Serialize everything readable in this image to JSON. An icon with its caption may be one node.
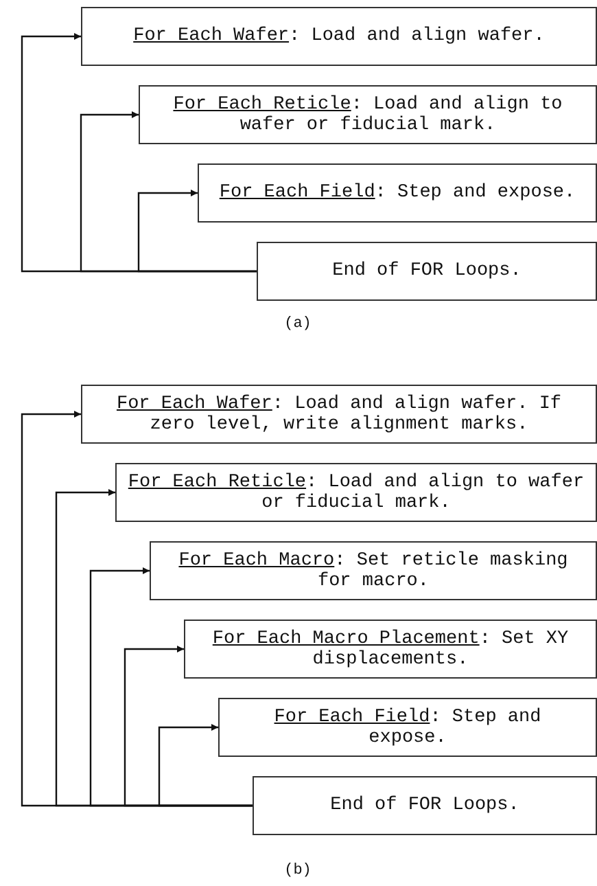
{
  "diagram": {
    "nodes": [
      {
        "text": [
          "For Each Wafer",
          ": Load and align wafer."
        ]
      },
      {
        "text": [
          "For Each Reticle",
          ": Load and align to wafer or fiducial mark."
        ]
      },
      {
        "text": [
          "For Each Field",
          ": Step and expose."
        ]
      },
      {
        "text": [
          "End of FOR Loops."
        ]
      },
      {
        "text": [
          "For Each Wafer",
          ": Load and align wafer. If zero level, write alignment marks."
        ]
      },
      {
        "text": [
          "For Each Reticle",
          ": Load and align to wafer or fiducial mark."
        ]
      },
      {
        "text": [
          "For Each Macro",
          ": Set reticle masking for macro."
        ]
      },
      {
        "text": [
          "For Each Macro Placement",
          ": Set XY displacements."
        ]
      },
      {
        "text": [
          "For Each Field",
          ": Step and expose."
        ]
      },
      {
        "text": [
          "End of FOR Loops."
        ]
      }
    ],
    "edges": [
      {
        "from": 3,
        "to": 0,
        "arrow": "to"
      },
      {
        "from": 3,
        "to": 1,
        "arrow": "to"
      },
      {
        "from": 3,
        "to": 2,
        "arrow": "to"
      },
      {
        "from": 9,
        "to": 4,
        "arrow": "to"
      },
      {
        "from": 9,
        "to": 5,
        "arrow": "to"
      },
      {
        "from": 9,
        "to": 6,
        "arrow": "to"
      },
      {
        "from": 9,
        "to": 7,
        "arrow": "to"
      },
      {
        "from": 9,
        "to": 8,
        "arrow": "to"
      }
    ],
    "labels": [
      "(a)",
      "(b)"
    ]
  }
}
